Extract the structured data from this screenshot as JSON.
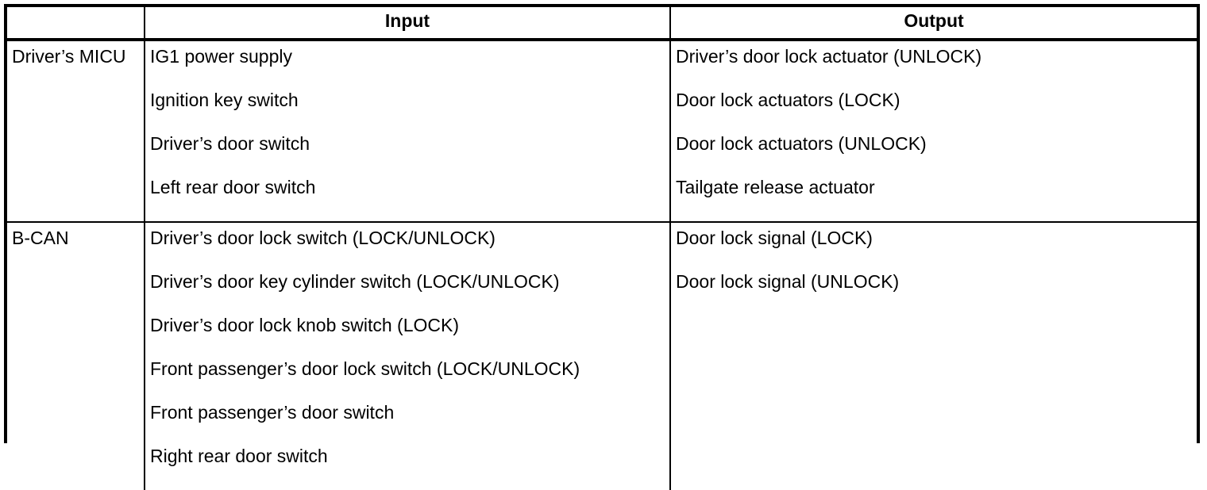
{
  "table": {
    "headers": {
      "system": "",
      "input": "Input",
      "output": "Output"
    },
    "rows": [
      {
        "system": "Driver’s MICU",
        "inputs": [
          "IG1 power supply",
          "Ignition key switch",
          "Driver’s door switch",
          "Left rear door switch"
        ],
        "outputs": [
          "Driver’s door lock actuator (UNLOCK)",
          "Door lock actuators (LOCK)",
          "Door lock actuators (UNLOCK)",
          "Tailgate release actuator"
        ]
      },
      {
        "system": "B-CAN",
        "inputs": [
          "Driver’s door lock switch (LOCK/UNLOCK)",
          "Driver’s door key cylinder switch (LOCK/UNLOCK)",
          "Driver’s door lock knob switch (LOCK)",
          "Front passenger’s door lock switch (LOCK/UNLOCK)",
          "Front passenger’s door switch",
          "Right rear door switch"
        ],
        "outputs": [
          "Door lock signal (LOCK)",
          "Door lock signal (UNLOCK)"
        ]
      }
    ]
  },
  "colors": {
    "border": "#000000",
    "text": "#000000",
    "background": "#ffffff"
  }
}
